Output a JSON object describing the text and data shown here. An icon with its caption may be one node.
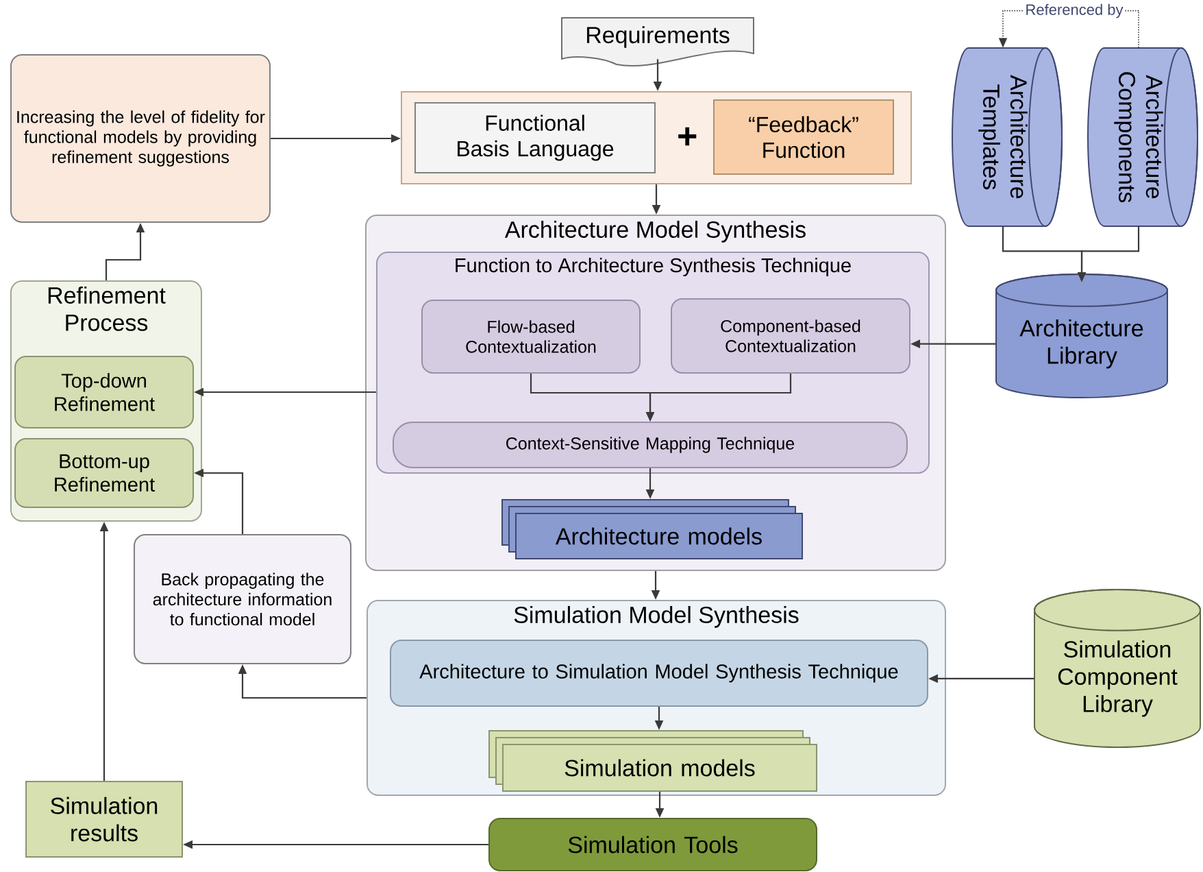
{
  "diagram": {
    "nodes": [
      {
        "text": [
          "Requirements"
        ]
      },
      {
        "text": [
          "+"
        ]
      },
      {
        "text": [
          "Functional Basis Language"
        ],
        "in": 1
      },
      {
        "text": [
          "“Feedback” Function"
        ],
        "in": 1
      },
      {
        "text": [
          "Increasing the level of fidelity for functional models by providing refinement suggestions"
        ]
      },
      {
        "text": [
          "Architecture Model Synthesis"
        ]
      },
      {
        "text": [
          "Function to Architecture Synthesis Technique"
        ],
        "in": 5
      },
      {
        "text": [
          "Flow-based Contextualization"
        ],
        "in": 6
      },
      {
        "text": [
          "Component-based Contextualization"
        ],
        "in": 6
      },
      {
        "text": [
          "Context-Sensitive Mapping Technique"
        ],
        "in": 6
      },
      {
        "text": [
          "Architecture models"
        ],
        "in": 5
      },
      {
        "text": [
          "Architecture Templates"
        ]
      },
      {
        "text": [
          "Architecture Components"
        ]
      },
      {
        "text": [
          "Architecture Library"
        ]
      },
      {
        "text": [
          "Refinement Process"
        ]
      },
      {
        "text": [
          "Top-down Refinement"
        ],
        "in": 14
      },
      {
        "text": [
          "Bottom-up Refinement"
        ],
        "in": 14
      },
      {
        "text": [
          "Back propagating the architecture information to functional model"
        ]
      },
      {
        "text": [
          "Simulation Model Synthesis"
        ]
      },
      {
        "text": [
          "Architecture to Simulation Model Synthesis Technique"
        ],
        "in": 18
      },
      {
        "text": [
          "Simulation models"
        ],
        "in": 18
      },
      {
        "text": [
          "Simulation Component Library"
        ]
      },
      {
        "text": [
          "Simulation results"
        ]
      },
      {
        "text": [
          "Simulation Tools"
        ]
      }
    ],
    "edges": [
      {
        "from": 0,
        "to": 1,
        "arrow": "to"
      },
      {
        "from": 4,
        "to": 1,
        "arrow": "to"
      },
      {
        "from": 1,
        "to": 5,
        "arrow": "to"
      },
      {
        "from": 12,
        "to": 11,
        "arrow": "to",
        "label": "Referenced by",
        "style": "dashed"
      },
      {
        "from": 11,
        "to": 13,
        "arrow": "to"
      },
      {
        "from": 12,
        "to": 13,
        "arrow": "to"
      },
      {
        "from": 13,
        "to": 8,
        "arrow": "to"
      },
      {
        "from": 7,
        "to": 9,
        "arrow": "to"
      },
      {
        "from": 8,
        "to": 9,
        "arrow": "to"
      },
      {
        "from": 6,
        "to": 15,
        "arrow": "to"
      },
      {
        "from": 14,
        "to": 4,
        "arrow": "to"
      },
      {
        "from": 9,
        "to": 10,
        "arrow": "to"
      },
      {
        "from": 5,
        "to": 18,
        "arrow": "to"
      },
      {
        "from": 21,
        "to": 19,
        "arrow": "to"
      },
      {
        "from": 18,
        "to": 17,
        "arrow": "to"
      },
      {
        "from": 17,
        "to": 16,
        "arrow": "to"
      },
      {
        "from": 19,
        "to": 20,
        "arrow": "to"
      },
      {
        "from": 20,
        "to": 23,
        "arrow": "to"
      },
      {
        "from": 23,
        "to": 22,
        "arrow": "to"
      },
      {
        "from": 22,
        "to": 14,
        "arrow": "to"
      }
    ]
  }
}
